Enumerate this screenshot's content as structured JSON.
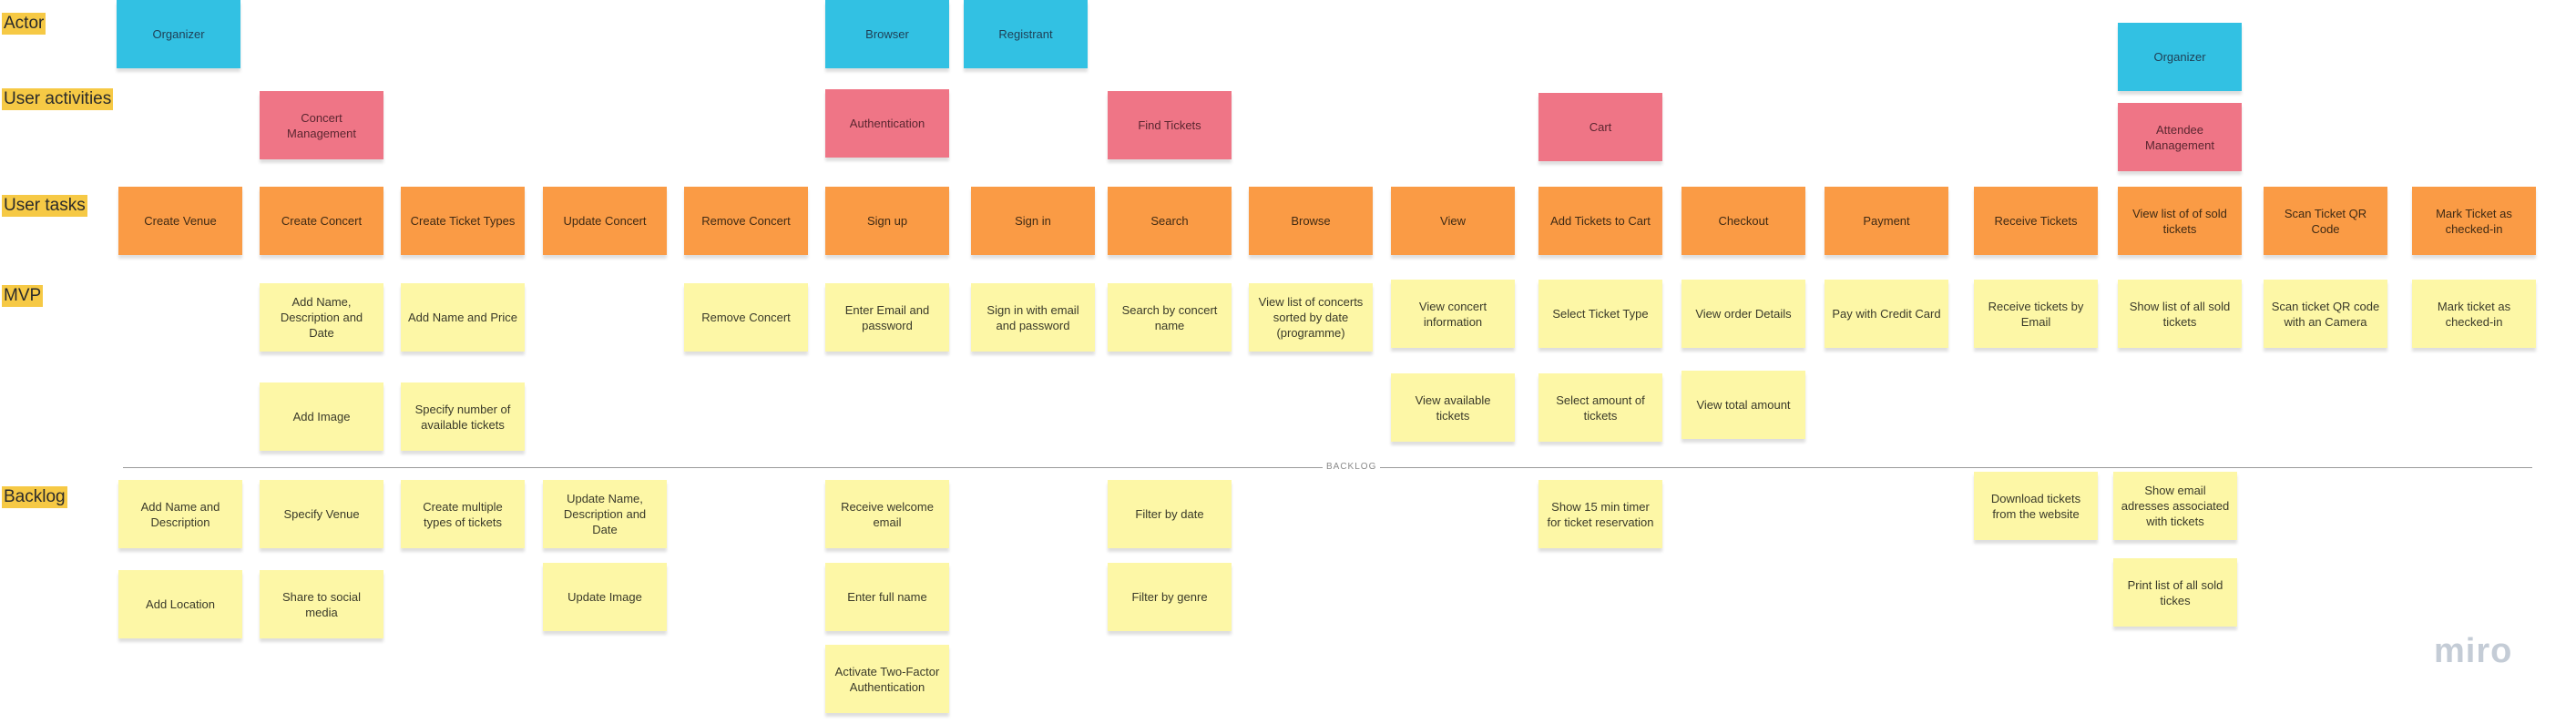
{
  "board": {
    "row_labels": {
      "actor": "Actor",
      "user_activities": "User activities",
      "user_tasks": "User tasks",
      "mvp": "MVP",
      "backlog": "Backlog"
    },
    "separator_label": "BACKLOG",
    "logo_text": "miro"
  },
  "notes": {
    "actor_organizer_1": "Organizer",
    "actor_browser": "Browser",
    "actor_registrant": "Registrant",
    "actor_organizer_2": "Organizer",
    "activity_concert_management": "Concert Management",
    "activity_authentication": "Authentication",
    "activity_find_tickets": "Find Tickets",
    "activity_cart": "Cart",
    "activity_attendee_management": "Attendee Management",
    "task_create_venue": "Create Venue",
    "task_create_concert": "Create Concert",
    "task_create_ticket_types": "Create Ticket Types",
    "task_update_concert": "Update Concert",
    "task_remove_concert": "Remove Concert",
    "task_sign_up": "Sign up",
    "task_sign_in": "Sign in",
    "task_search": "Search",
    "task_browse": "Browse",
    "task_view": "View",
    "task_add_tickets_to_cart": "Add Tickets to Cart",
    "task_checkout": "Checkout",
    "task_payment": "Payment",
    "task_receive_tickets": "Receive Tickets",
    "task_view_sold_tickets": "View list of of sold tickets",
    "task_scan_qr": "Scan Ticket QR Code",
    "task_mark_checked_in": "Mark Ticket as checked-in",
    "mvp_add_name_desc_date": "Add Name, Description and Date",
    "mvp_add_name_price": "Add Name and Price",
    "mvp_remove_concert": "Remove Concert",
    "mvp_enter_email_password": "Enter Email and password",
    "mvp_sign_in_email_password": "Sign in with email and password",
    "mvp_search_concert_name": "Search by concert name",
    "mvp_view_sorted": "View list of concerts sorted by date (programme)",
    "mvp_view_concert_info": "View concert information",
    "mvp_select_ticket_type": "Select Ticket Type",
    "mvp_view_order_details": "View order Details",
    "mvp_pay_credit_card": "Pay with Credit Card",
    "mvp_receive_by_email": "Receive tickets by Email",
    "mvp_show_all_sold": "Show list of all sold tickets",
    "mvp_scan_with_camera": "Scan ticket QR code with an Camera",
    "mvp_mark_checked_in": "Mark ticket as checked-in",
    "mvp_add_image": "Add Image",
    "mvp_specify_number": "Specify number of available tickets",
    "mvp_view_available": "View available tickets",
    "mvp_select_amount": "Select amount of tickets",
    "mvp_view_total": "View total amount",
    "backlog_add_name_desc": "Add Name and Description",
    "backlog_specify_venue": "Specify Venue",
    "backlog_multiple_types": "Create multiple types of tickets",
    "backlog_update_name_desc_date": "Update Name, Description and Date",
    "backlog_welcome_email": "Receive welcome email",
    "backlog_filter_date": "Filter by date",
    "backlog_timer": "Show 15 min timer for ticket reservation",
    "backlog_download_tickets": "Download tickets from the website",
    "backlog_show_emails": "Show email adresses associated with tickets",
    "backlog_add_location": "Add Location",
    "backlog_share_social": "Share to social media",
    "backlog_update_image": "Update Image",
    "backlog_full_name": "Enter full name",
    "backlog_filter_genre": "Filter by genre",
    "backlog_print_list": "Print list of all sold tickes",
    "backlog_two_factor": "Activate Two-Factor Authentication"
  }
}
